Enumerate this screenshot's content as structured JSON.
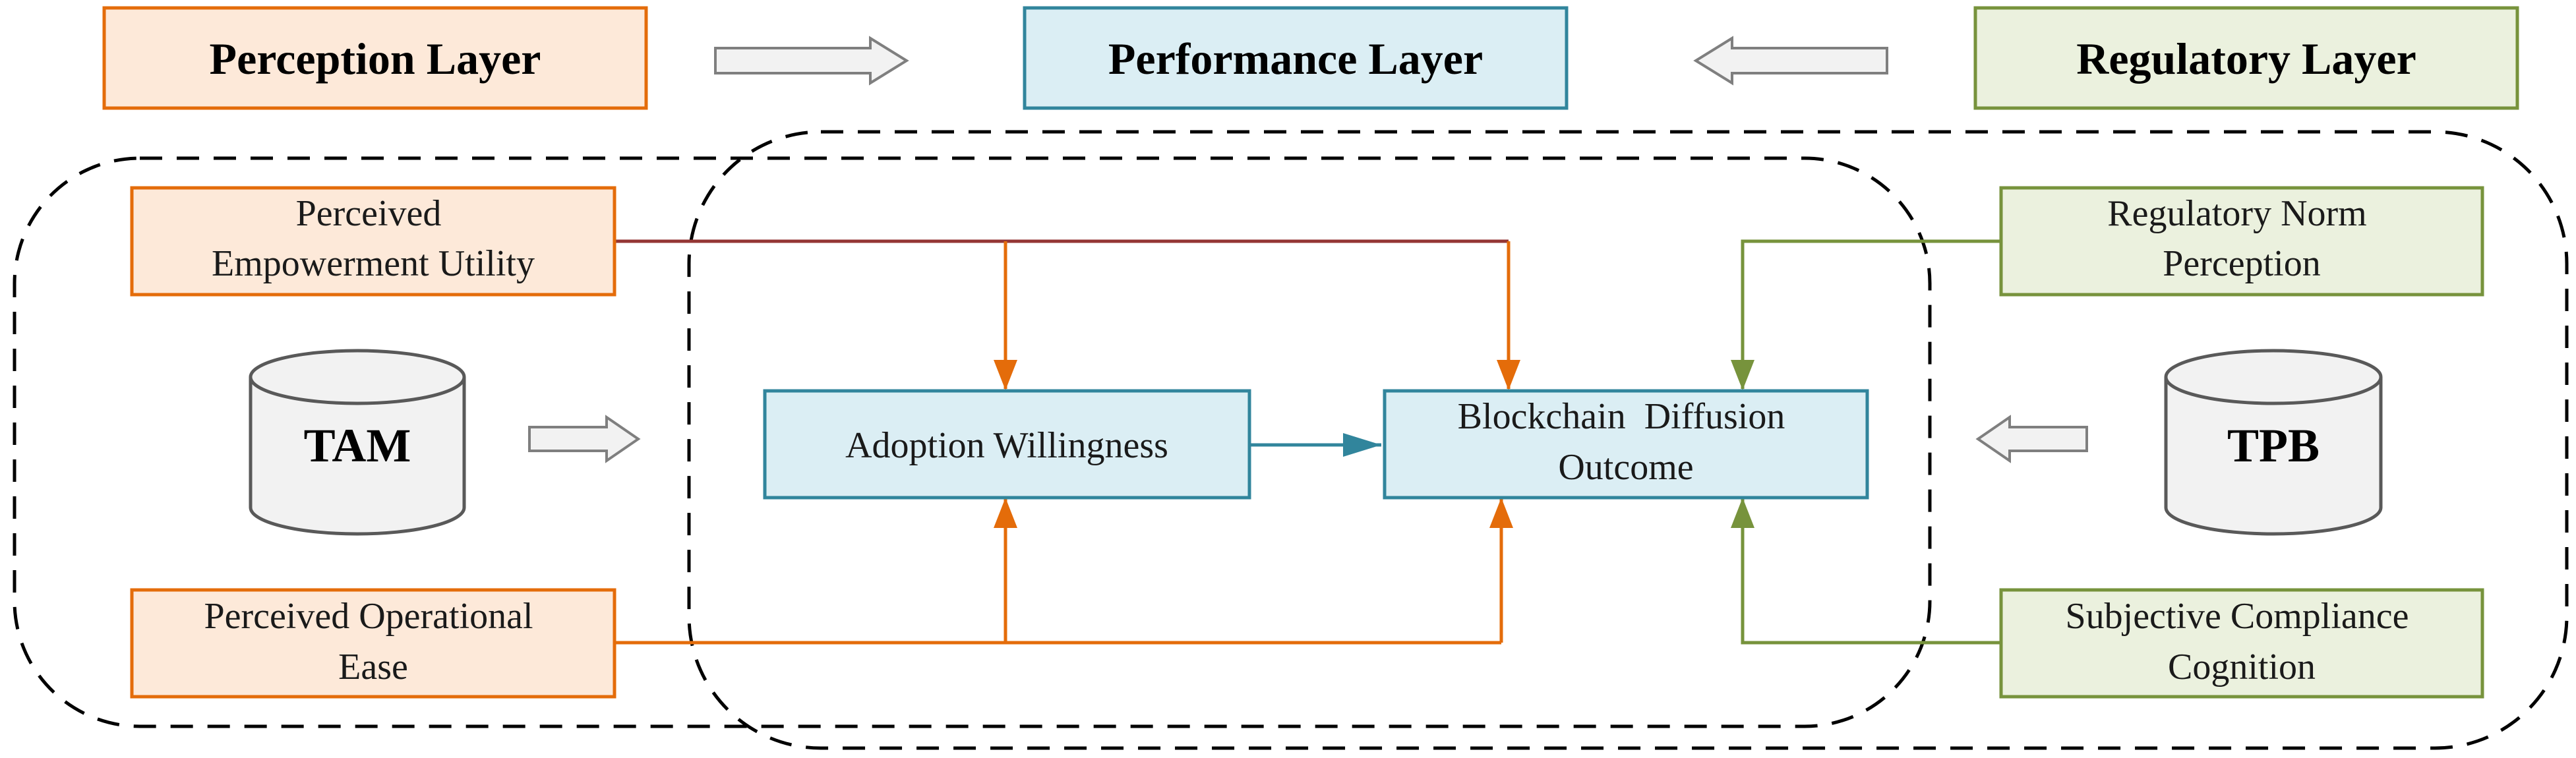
{
  "layers": {
    "perception": "Perception Layer",
    "performance": "Performance Layer",
    "regulatory": "Regulatory Layer"
  },
  "nodes": {
    "peu": [
      "Perceived",
      "Empowerment Utility"
    ],
    "poe": [
      "Perceived Operational",
      "Ease"
    ],
    "aw": [
      "Adoption Willingness"
    ],
    "bdo": [
      "Blockchain  Diffusion",
      "Outcome"
    ],
    "rnp": [
      "Regulatory Norm",
      "Perception"
    ],
    "scc": [
      "Subjective Compliance",
      "Cognition"
    ]
  },
  "models": {
    "tam": "TAM",
    "tpb": "TPB"
  },
  "colors": {
    "orange_stroke": "#e46c0a",
    "orange_fill": "#fde9d9",
    "blue_stroke": "#31859c",
    "blue_fill": "#dbeef4",
    "green_stroke": "#77933c",
    "green_fill": "#ebf1de",
    "brown_line": "#943634",
    "cylinder_fill": "#f2f2f2",
    "cylinder_stroke": "#595959"
  }
}
